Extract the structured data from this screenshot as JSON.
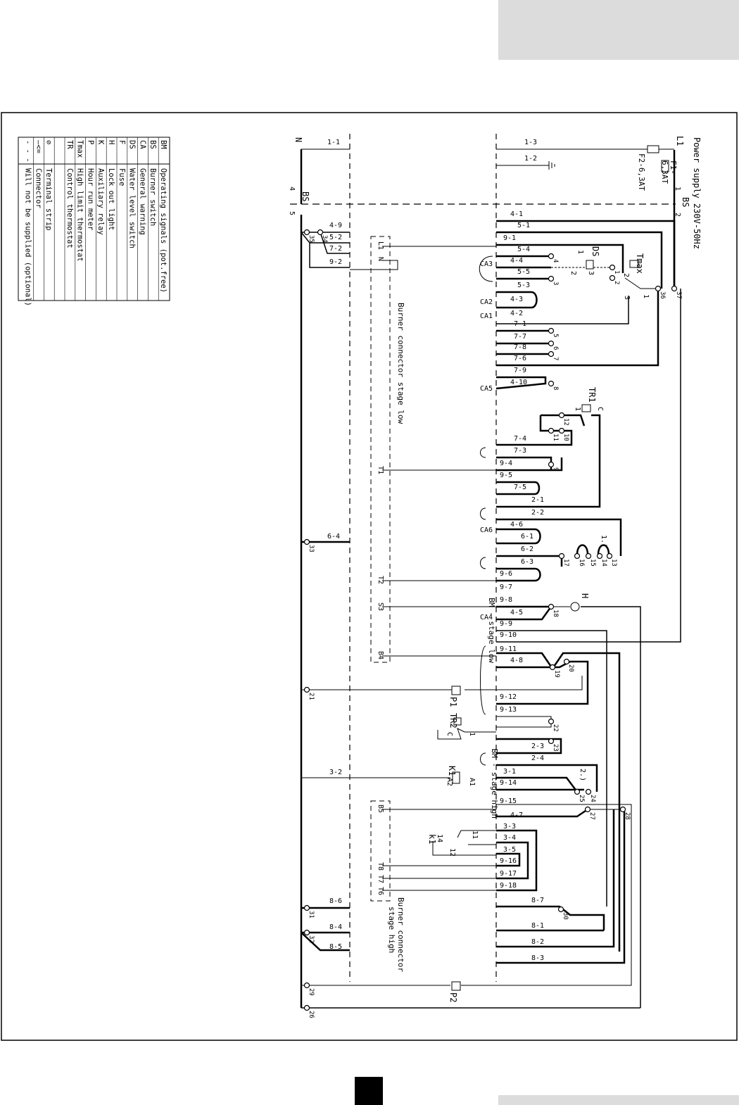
{
  "legend": [
    {
      "code": "BM",
      "desc": "Operating signals (pot.free)"
    },
    {
      "code": "BS",
      "desc": "Burner switch"
    },
    {
      "code": "CA",
      "desc": "General warning"
    },
    {
      "code": "DS",
      "desc": "Water level switch"
    },
    {
      "code": "F",
      "desc": "Fuse"
    },
    {
      "code": "H",
      "desc": "Lock out light"
    },
    {
      "code": "K",
      "desc": "Auxiliary relay"
    },
    {
      "code": "P",
      "desc": "Hour run meter"
    },
    {
      "code": "Tmax",
      "desc": "High limit thermostat"
    },
    {
      "code": "TR",
      "desc": "Control thermostat"
    },
    {
      "code": "",
      "desc": ""
    },
    {
      "code": "⊘",
      "desc": "Terminal strip"
    },
    {
      "code": "—<=",
      "desc": "Connector"
    },
    {
      "code": "- - -",
      "desc": "Will not be supplied (optional)"
    }
  ],
  "labels": {
    "power_supply": "Power supply 230V-50Hz",
    "l1": "L1",
    "n": "N",
    "f1": "F1-",
    "f1_rating": "6,3AT",
    "f2": "F2-6,3AT",
    "bs_left": "BS",
    "bs_right": "BS",
    "tmax": "Tmax",
    "ds": "DS",
    "tr1": "TR1",
    "tr2": "TR2",
    "k1_coil": "K1",
    "k1_contact": "k1",
    "h": "H",
    "p1": "P1",
    "p2": "P2",
    "bm_low": "BM - stage low",
    "bm_high": "BM - stage high",
    "burner_low": "Burner connector stage low",
    "burner_high_1": "Burner connector",
    "burner_high_2": "stage high",
    "a1": "A1",
    "a2": "A2",
    "c_tr1": "C",
    "c_tr2": "C",
    "one_tr1": "1",
    "one_tr2": "1",
    "bs_4": "4",
    "bs_5": "5",
    "bs_1": "1",
    "bs_2": "2",
    "l1_plug": "L1",
    "n_plug": "N",
    "t1": "T1",
    "t2": "T2",
    "s3": "S3",
    "b4": "B4",
    "b5": "B5",
    "t6": "T6",
    "t7": "T7",
    "t8": "T8",
    "k11": "11",
    "k12": "12",
    "k14": "14",
    "jumper1": "1.)",
    "jumper2": "2.)",
    "tmax_1": "1",
    "tmax_2": "2",
    "tmax_3": "3",
    "ds_1": "1",
    "ds_2": "2",
    "ds_3": "3"
  },
  "ca_labels": [
    "CA3",
    "CA2",
    "CA1",
    "CA5",
    "CA6",
    "CA4"
  ],
  "wires": [
    "1-1",
    "1-3",
    "1-2",
    "4-9",
    "5-2",
    "7-2",
    "9-2",
    "4-1",
    "5-1",
    "9-1",
    "5-4",
    "4-4",
    "5-5",
    "5-3",
    "4-3",
    "4-2",
    "7-1",
    "7-7",
    "7-8",
    "7-6",
    "7-9",
    "4-10",
    "7-4",
    "7-3",
    "9-4",
    "9-5",
    "7-5",
    "2-1",
    "2-2",
    "4-6",
    "6-1",
    "6-2",
    "6-3",
    "9-6",
    "9-7",
    "9-8",
    "4-5",
    "9-9",
    "9-10",
    "9-11",
    "4-8",
    "9-12",
    "9-13",
    "2-3",
    "2-4",
    "3-1",
    "9-14",
    "9-15",
    "4-7",
    "3-3",
    "3-4",
    "3-5",
    "9-16",
    "9-17",
    "9-18",
    "8-7",
    "8-1",
    "8-2",
    "8-3",
    "6-4",
    "3-2",
    "8-6",
    "8-4",
    "8-5"
  ],
  "terminals": [
    "1",
    "2",
    "3",
    "4",
    "5",
    "6",
    "7",
    "8",
    "9",
    "10",
    "11",
    "12",
    "13",
    "14",
    "15",
    "16",
    "17",
    "18",
    "19",
    "20",
    "21",
    "22",
    "23",
    "24",
    "25",
    "26",
    "27",
    "28",
    "29",
    "30",
    "31",
    "32",
    "33",
    "34",
    "35",
    "36",
    "37"
  ]
}
